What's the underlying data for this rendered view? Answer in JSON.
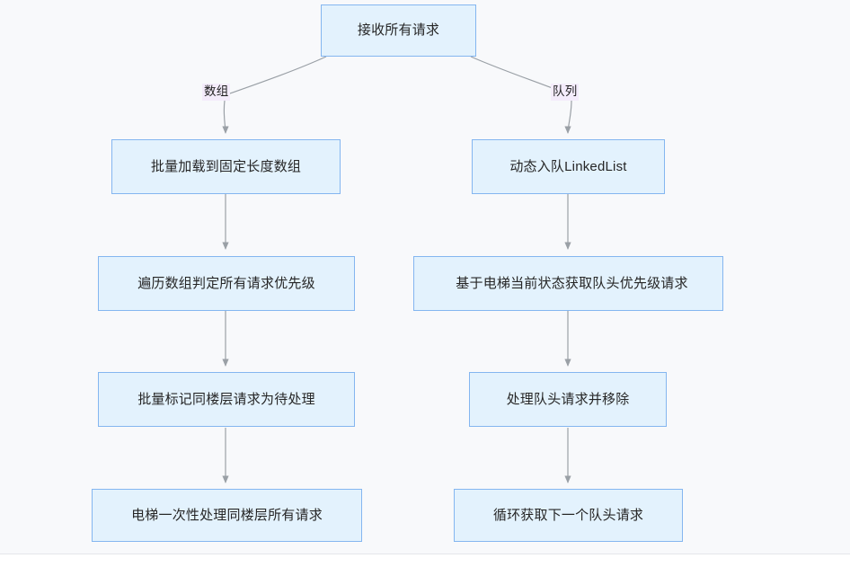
{
  "diagram": {
    "type": "flowchart",
    "orientation": "top-down-two-branches",
    "background_color": "#f8f9fb",
    "node_fill_color": "#e3f2fd",
    "node_border_color": "#84b6f0",
    "edge_color": "#9aa0a6",
    "edge_label_background": "#f4ecfb",
    "root": {
      "id": "root",
      "label": "接收所有请求"
    },
    "branches": [
      {
        "id": "array-branch",
        "edge_label": "数组",
        "nodes": [
          {
            "id": "array-1",
            "label": "批量加载到固定长度数组"
          },
          {
            "id": "array-2",
            "label": "遍历数组判定所有请求优先级"
          },
          {
            "id": "array-3",
            "label": "批量标记同楼层请求为待处理"
          },
          {
            "id": "array-4",
            "label": "电梯一次性处理同楼层所有请求"
          }
        ]
      },
      {
        "id": "queue-branch",
        "edge_label": "队列",
        "nodes": [
          {
            "id": "queue-1",
            "label": "动态入队LinkedList"
          },
          {
            "id": "queue-2",
            "label": "基于电梯当前状态获取队头优先级请求"
          },
          {
            "id": "queue-3",
            "label": "处理队头请求并移除"
          },
          {
            "id": "queue-4",
            "label": "循环获取下一个队头请求"
          }
        ]
      }
    ]
  }
}
